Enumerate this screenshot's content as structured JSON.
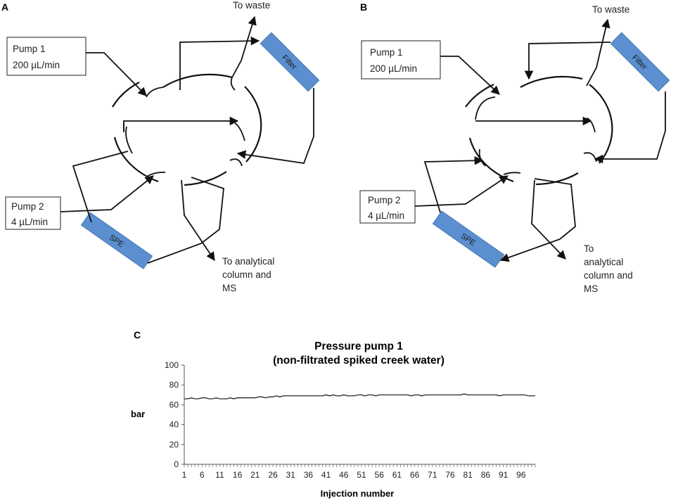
{
  "panels": {
    "a": {
      "letter": "A",
      "pump1": {
        "name": "Pump 1",
        "flow": "200 µL/min"
      },
      "pump2": {
        "name": "Pump 2",
        "flow": "4 µL/min"
      },
      "waste": "To waste",
      "filter": "Filter",
      "spe": "SPE",
      "outlet": [
        "To analytical",
        "column and",
        "MS"
      ]
    },
    "b": {
      "letter": "B",
      "pump1": {
        "name": "Pump 1",
        "flow": "200 µL/min"
      },
      "pump2": {
        "name": "Pump 2",
        "flow": "4 µL/min"
      },
      "waste": "To waste",
      "filter": "Filter",
      "spe": "SPE",
      "outlet": [
        "To",
        "analytical",
        "column and",
        "MS"
      ]
    },
    "c": {
      "letter": "C"
    }
  },
  "chart_data": {
    "type": "line",
    "title": [
      "Pressure pump 1",
      "(non-filtrated spiked creek water)"
    ],
    "xlabel": "Injection number",
    "ylabel": "bar",
    "ylim": [
      0,
      100
    ],
    "yticks": [
      0,
      20,
      40,
      60,
      80,
      100
    ],
    "xlim": [
      1,
      100
    ],
    "xticks": [
      1,
      6,
      11,
      16,
      21,
      26,
      31,
      36,
      41,
      46,
      51,
      56,
      61,
      66,
      71,
      76,
      81,
      86,
      91,
      96
    ],
    "grid": false,
    "series": [
      {
        "values": [
          66,
          66,
          67,
          66,
          66,
          67,
          67,
          66,
          66,
          67,
          66,
          66,
          66,
          67,
          66,
          67,
          67,
          67,
          67,
          67,
          67,
          68,
          68,
          67,
          68,
          68,
          69,
          68,
          69,
          69,
          69,
          69,
          69,
          69,
          69,
          69,
          69,
          69,
          69,
          69,
          70,
          69,
          70,
          69,
          69,
          70,
          69,
          69,
          69,
          70,
          70,
          69,
          70,
          70,
          69,
          70,
          70,
          70,
          70,
          70,
          70,
          70,
          70,
          70,
          69,
          70,
          70,
          69,
          70,
          70,
          70,
          70,
          70,
          70,
          70,
          70,
          70,
          70,
          70,
          71,
          70,
          70,
          70,
          70,
          70,
          70,
          70,
          70,
          70,
          69,
          70,
          70,
          70,
          70,
          70,
          70,
          70,
          69,
          69,
          69
        ],
        "color": "#111111"
      }
    ]
  }
}
